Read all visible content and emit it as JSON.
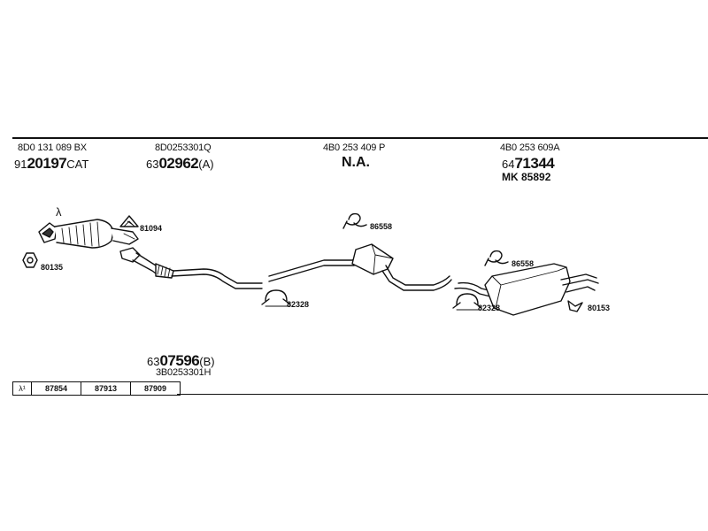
{
  "header_parts": [
    {
      "oe": "8D0 131 089 BX",
      "prefix": "91",
      "number": "20197",
      "suffix": "CAT"
    },
    {
      "oe": "8D0253301Q",
      "prefix": "63",
      "number": "02962",
      "suffix": "(A)"
    },
    {
      "oe": "4B0 253 409 P",
      "text": "N.A."
    },
    {
      "oe": "4B0 253 609A",
      "prefix": "64",
      "number": "71344",
      "line2": "MK 85892"
    }
  ],
  "lambda_symbol": "λ",
  "callouts": {
    "c81094": "81094",
    "c80135": "80135",
    "c82328_a": "82328",
    "c86558_a": "86558",
    "c86558_b": "86558",
    "c82328_b": "82328",
    "c80153": "80153"
  },
  "bottom_part": {
    "prefix": "63",
    "number": "07596",
    "suffix": "(B)",
    "oe": "3B0253301H"
  },
  "lambda_table": {
    "symbol": "λ¹",
    "cells": [
      "87854",
      "87913",
      "87909"
    ]
  }
}
